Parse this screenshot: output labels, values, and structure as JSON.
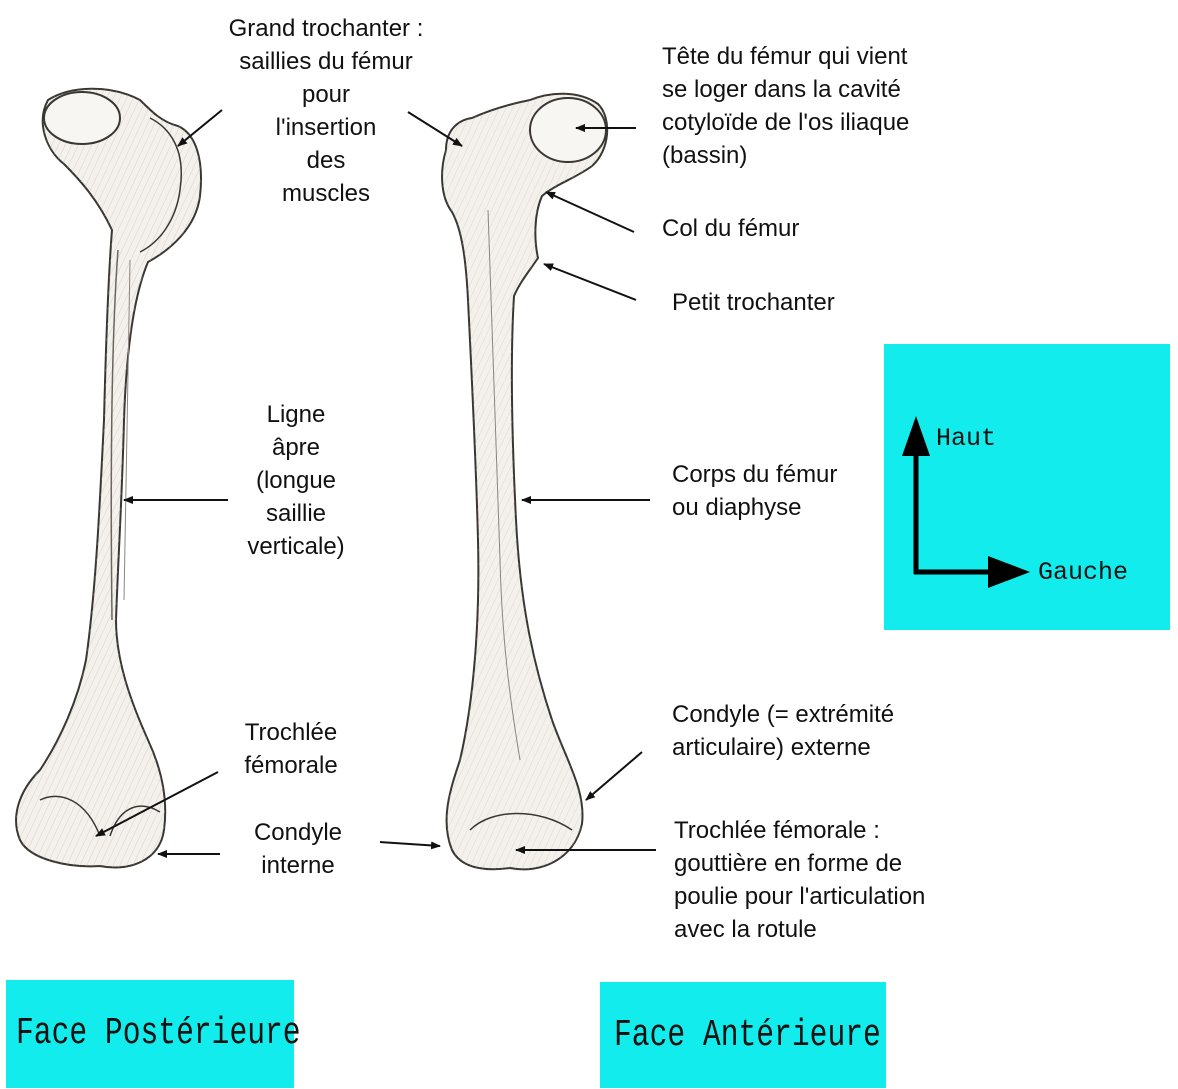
{
  "labels": {
    "grand_trochanter": "Grand trochanter :\nsaillies du fémur\npour\nl'insertion\ndes\nmuscles",
    "tete_femur": "Tête du fémur qui vient\nse loger dans la cavité\ncotyloïde de l'os iliaque\n(bassin)",
    "col_femur": "Col du fémur",
    "petit_trochanter": "Petit trochanter",
    "ligne_apre": "Ligne\nâpre\n(longue\nsaillie\nverticale)",
    "corps_femur": "Corps du fémur\nou diaphyse",
    "trochlee_femorale_post": "Trochlée\nfémorale",
    "condyle_interne": "Condyle\ninterne",
    "condyle_externe": "Condyle (= extrémité\narticulaire)  externe",
    "trochlee_femorale_ant": "Trochlée fémorale :\ngouttière en forme de\npoulie pour l'articulation\navec la rotule"
  },
  "orientation": {
    "up": "Haut",
    "right": "Gauche"
  },
  "faces": {
    "posterior": "Face Postérieure",
    "anterior": "Face Antérieure"
  },
  "colors": {
    "panel": "#12ecec",
    "ink": "#111111",
    "bone": "#f4f1ec"
  }
}
